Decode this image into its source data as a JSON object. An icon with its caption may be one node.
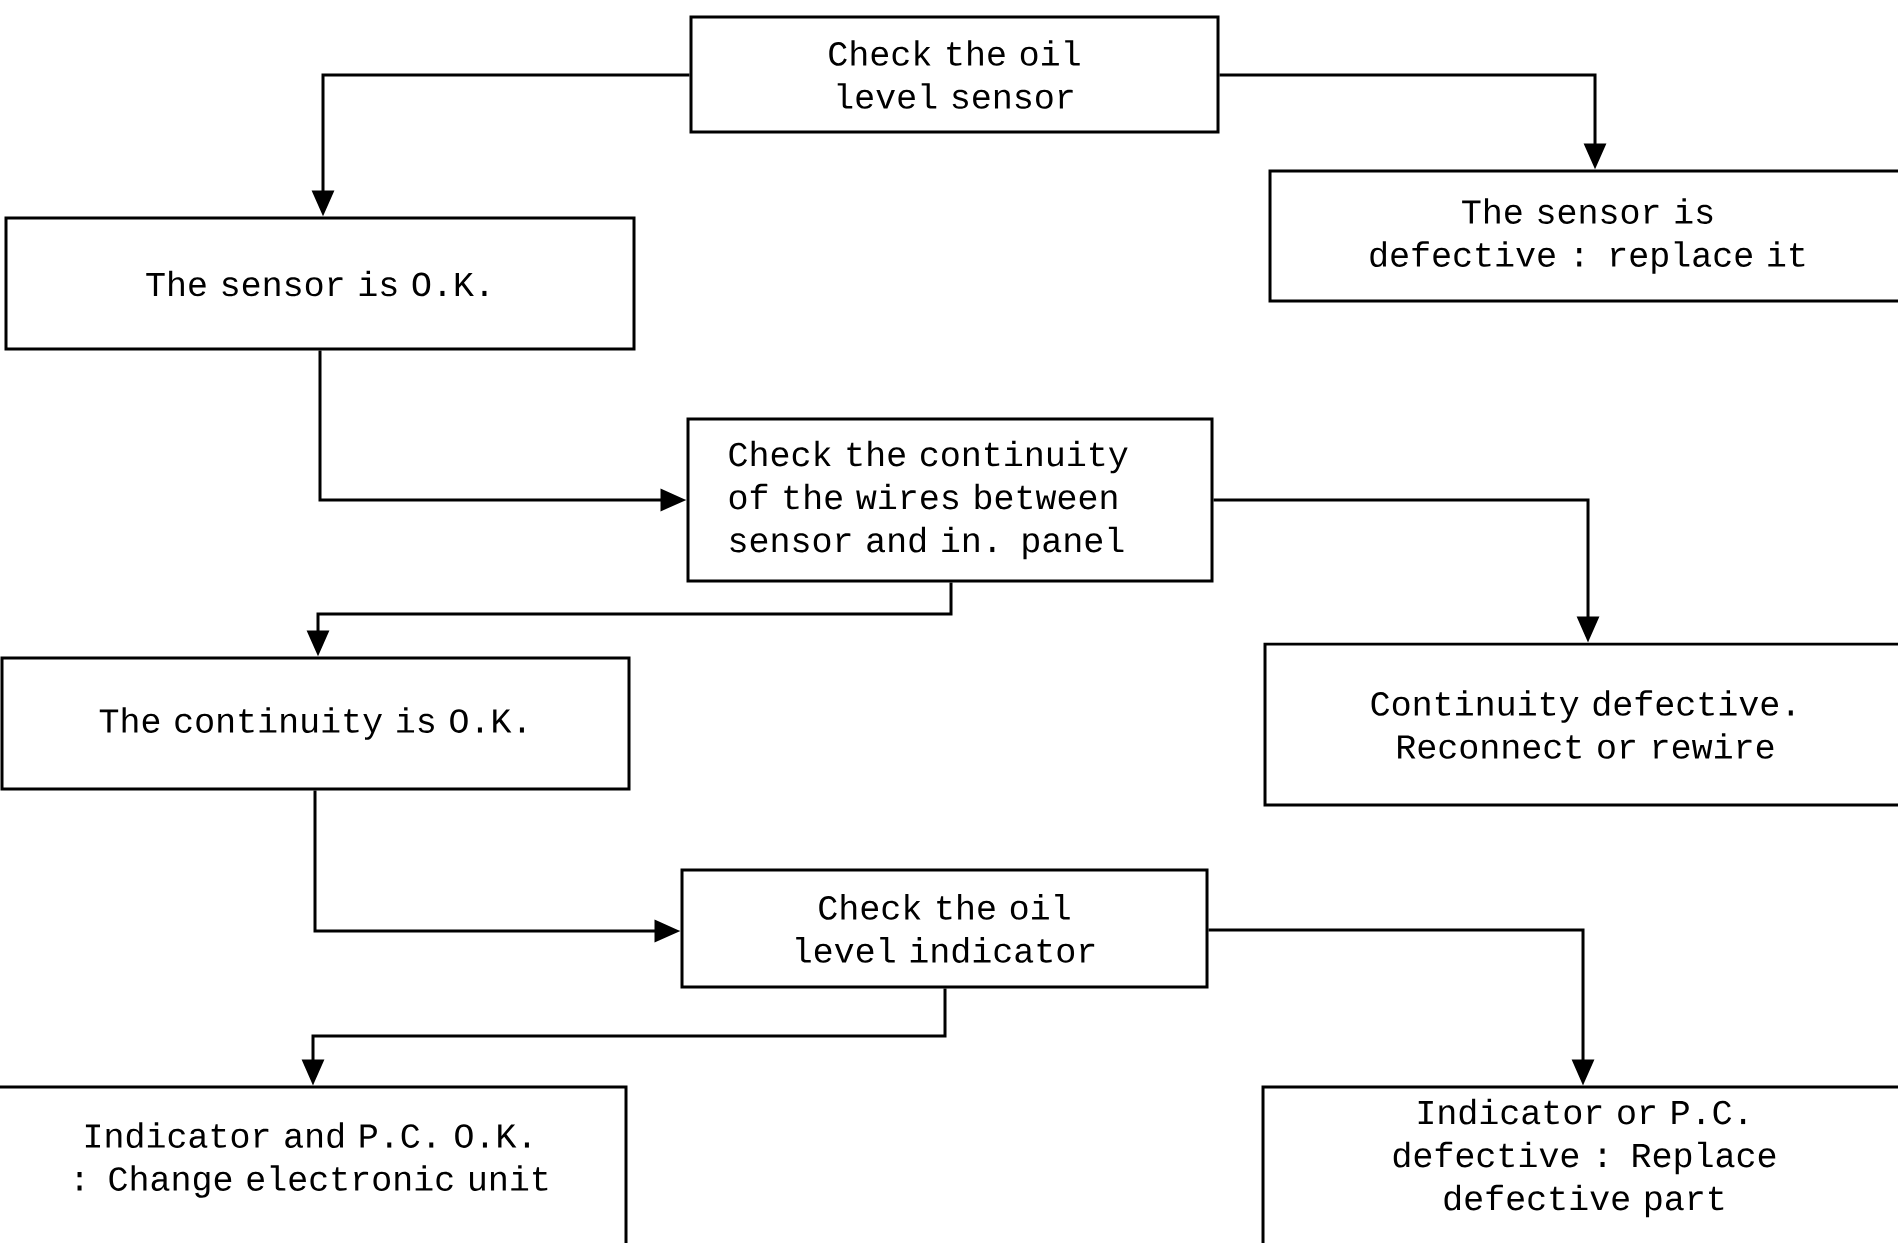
{
  "diagram": {
    "nodes": [
      {
        "text": [
          "Check the oil level sensor"
        ]
      },
      {
        "text": [
          "The sensor is O.K."
        ]
      },
      {
        "text": [
          "The sensor is defective : replace it"
        ]
      },
      {
        "text": [
          "Check the continuity of the wires between sensor and in. panel"
        ]
      },
      {
        "text": [
          "The continuity is O.K."
        ]
      },
      {
        "text": [
          "Continuity defective. Reconnect or rewire"
        ]
      },
      {
        "text": [
          "Check the oil level indicator"
        ]
      },
      {
        "text": [
          "Indicator and P.C. O.K. : Change electronic unit"
        ]
      },
      {
        "text": [
          "Indicator or P.C. defective : Replace defective part"
        ]
      }
    ],
    "edges": [
      {
        "from": 0,
        "to": 1,
        "arrow": "to"
      },
      {
        "from": 0,
        "to": 2,
        "arrow": "to"
      },
      {
        "from": 1,
        "to": 3,
        "arrow": "to"
      },
      {
        "from": 3,
        "to": 4,
        "arrow": "to"
      },
      {
        "from": 3,
        "to": 5,
        "arrow": "to"
      },
      {
        "from": 4,
        "to": 6,
        "arrow": "to"
      },
      {
        "from": 6,
        "to": 7,
        "arrow": "to"
      },
      {
        "from": 6,
        "to": 8,
        "arrow": "to"
      }
    ]
  }
}
